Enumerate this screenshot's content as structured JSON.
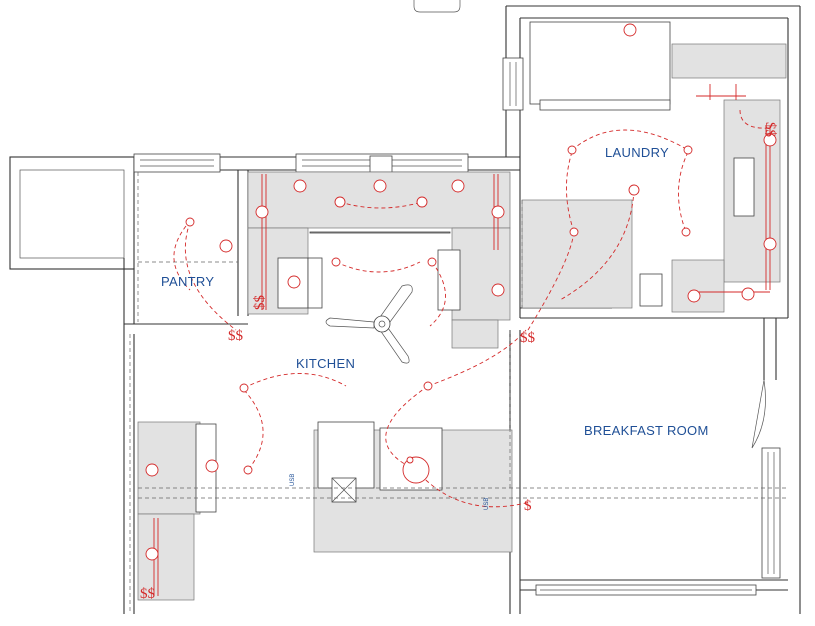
{
  "rooms": {
    "pantry": "PANTRY",
    "kitchen": "KITCHEN",
    "laundry": "LAUNDRY",
    "breakfast_room": "BREAKFAST ROOM"
  },
  "annotations": {
    "usb_left": "USB",
    "usb_right": "USB",
    "switch_pantry": "$$",
    "switch_kitchen": "$$",
    "switch_kitchen_east": "$$",
    "switch_bottom": "$$",
    "switch_laundry": "$$",
    "switch_breakfast": "$"
  },
  "colors": {
    "wall": "#333333",
    "cabinet": "#e2e2e2",
    "electrical": "#d42a2a",
    "label": "#1f4f96"
  }
}
